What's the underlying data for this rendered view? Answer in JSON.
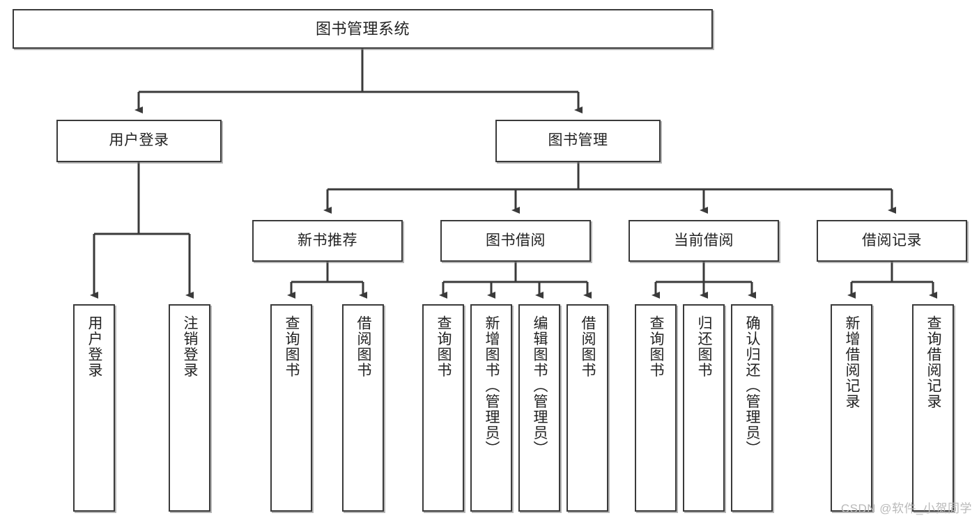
{
  "diagram": {
    "type": "tree-hierarchy",
    "title": "图书管理系统",
    "watermark": "CSDN @软件_小贺同学",
    "colors": {
      "box_border": "#3a3a3a",
      "box_fill": "#ffffff",
      "line": "#3a3a3a",
      "text": "#222222",
      "watermark": "#b9b9b9"
    },
    "levels": {
      "root": {
        "label": "图书管理系统"
      },
      "level2": [
        {
          "id": "user-login",
          "label": "用户登录"
        },
        {
          "id": "book-manage",
          "label": "图书管理"
        }
      ],
      "level3": [
        {
          "id": "new-book-recommend",
          "label": "新书推荐",
          "parent": "book-manage"
        },
        {
          "id": "book-borrow",
          "label": "图书借阅",
          "parent": "book-manage"
        },
        {
          "id": "current-borrow",
          "label": "当前借阅",
          "parent": "book-manage"
        },
        {
          "id": "borrow-record",
          "label": "借阅记录",
          "parent": "book-manage"
        }
      ],
      "leaves": [
        {
          "id": "leaf-user-login",
          "label": "用户登录",
          "parent": "user-login"
        },
        {
          "id": "leaf-user-logout",
          "label": "注销登录",
          "parent": "user-login"
        },
        {
          "id": "leaf-query-book-1",
          "label": "查询图书",
          "parent": "new-book-recommend"
        },
        {
          "id": "leaf-borrow-book-1",
          "label": "借阅图书",
          "parent": "new-book-recommend"
        },
        {
          "id": "leaf-query-book-2",
          "label": "查询图书",
          "parent": "book-borrow"
        },
        {
          "id": "leaf-add-book",
          "label": "新增图书（管理员）",
          "parent": "book-borrow"
        },
        {
          "id": "leaf-edit-book",
          "label": "编辑图书（管理员）",
          "parent": "book-borrow"
        },
        {
          "id": "leaf-borrow-book-2",
          "label": "借阅图书",
          "parent": "book-borrow"
        },
        {
          "id": "leaf-query-book-3",
          "label": "查询图书",
          "parent": "current-borrow"
        },
        {
          "id": "leaf-return-book",
          "label": "归还图书",
          "parent": "current-borrow"
        },
        {
          "id": "leaf-confirm-return",
          "label": "确认归还（管理员）",
          "parent": "current-borrow"
        },
        {
          "id": "leaf-add-record",
          "label": "新增借阅记录",
          "parent": "borrow-record"
        },
        {
          "id": "leaf-query-record",
          "label": "查询借阅记录",
          "parent": "borrow-record"
        }
      ]
    }
  }
}
